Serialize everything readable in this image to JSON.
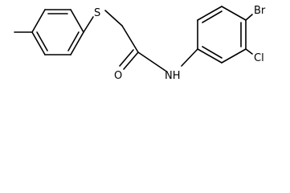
{
  "molecule": {
    "atom_labels": {
      "sulfur": "S",
      "oxygen": "O",
      "amide_nitrogen": "NH",
      "bromine": "Br",
      "chlorine": "Cl"
    }
  }
}
